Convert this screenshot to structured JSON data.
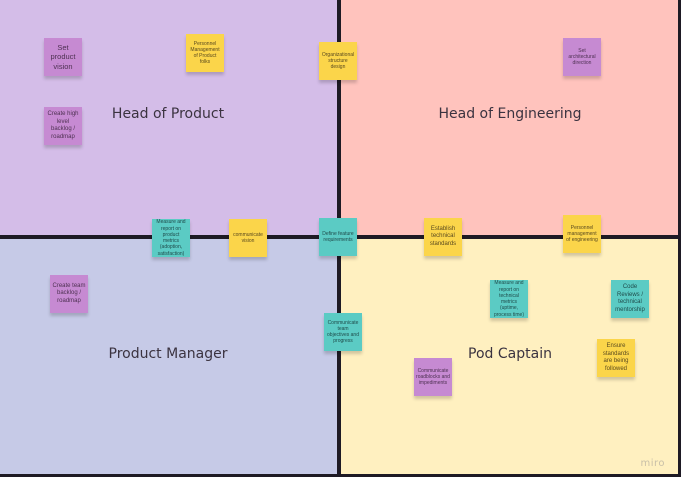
{
  "app": {
    "watermark": "miro"
  },
  "colors": {
    "head_of_product_bg": "#d4bde8",
    "head_of_engineering_bg": "#ffc3bd",
    "product_manager_bg": "#c6cae7",
    "pod_captain_bg": "#fff0c0",
    "divider": "#1e1a24",
    "sticky_purple": "#c68ad2",
    "sticky_yellow": "#fbd54a",
    "sticky_teal": "#5bcbc4"
  },
  "quadrants": {
    "head_of_product": {
      "label": "Head of Product"
    },
    "head_of_engineering": {
      "label": "Head of Engineering"
    },
    "product_manager": {
      "label": "Product Manager"
    },
    "pod_captain": {
      "label": "Pod Captain"
    }
  },
  "stickies": [
    {
      "id": "set-product-vision",
      "text": "Set product vision",
      "color": "purple"
    },
    {
      "id": "personnel-management-product",
      "text": "Personnel Management of Product folks",
      "color": "yellow"
    },
    {
      "id": "organizational-structure-design",
      "text": "Organizational structure design",
      "color": "yellow"
    },
    {
      "id": "set-architectural-direction",
      "text": "Set architectural direction",
      "color": "purple"
    },
    {
      "id": "create-high-level-backlog",
      "text": "Create high level backlog / roadmap",
      "color": "purple"
    },
    {
      "id": "measure-product-metrics",
      "text": "Measure and report on product metrics (adoption, satisfaction)",
      "color": "teal"
    },
    {
      "id": "communicate-vision",
      "text": "communicate vision",
      "color": "yellow"
    },
    {
      "id": "define-feature-requirements",
      "text": "Define feature requirements",
      "color": "teal"
    },
    {
      "id": "establish-technical-standards",
      "text": "Establish technical standards",
      "color": "yellow"
    },
    {
      "id": "personnel-management-engineering",
      "text": "Personnel management of engineering",
      "color": "yellow"
    },
    {
      "id": "create-team-backlog",
      "text": "Create team backlog / roadmap",
      "color": "purple"
    },
    {
      "id": "communicate-team-objectives",
      "text": "Communicate team objectives and progress",
      "color": "teal"
    },
    {
      "id": "measure-technical-metrics",
      "text": "Measure and report on technical metrics (uptime, process time)",
      "color": "teal"
    },
    {
      "id": "code-reviews-mentorship",
      "text": "Code Reviews / technical mentorship",
      "color": "teal"
    },
    {
      "id": "communicate-roadblocks",
      "text": "Communicate roadblocks and impediments",
      "color": "purple"
    },
    {
      "id": "ensure-standards-followed",
      "text": "Ensure standards are being followed",
      "color": "yellow"
    }
  ]
}
